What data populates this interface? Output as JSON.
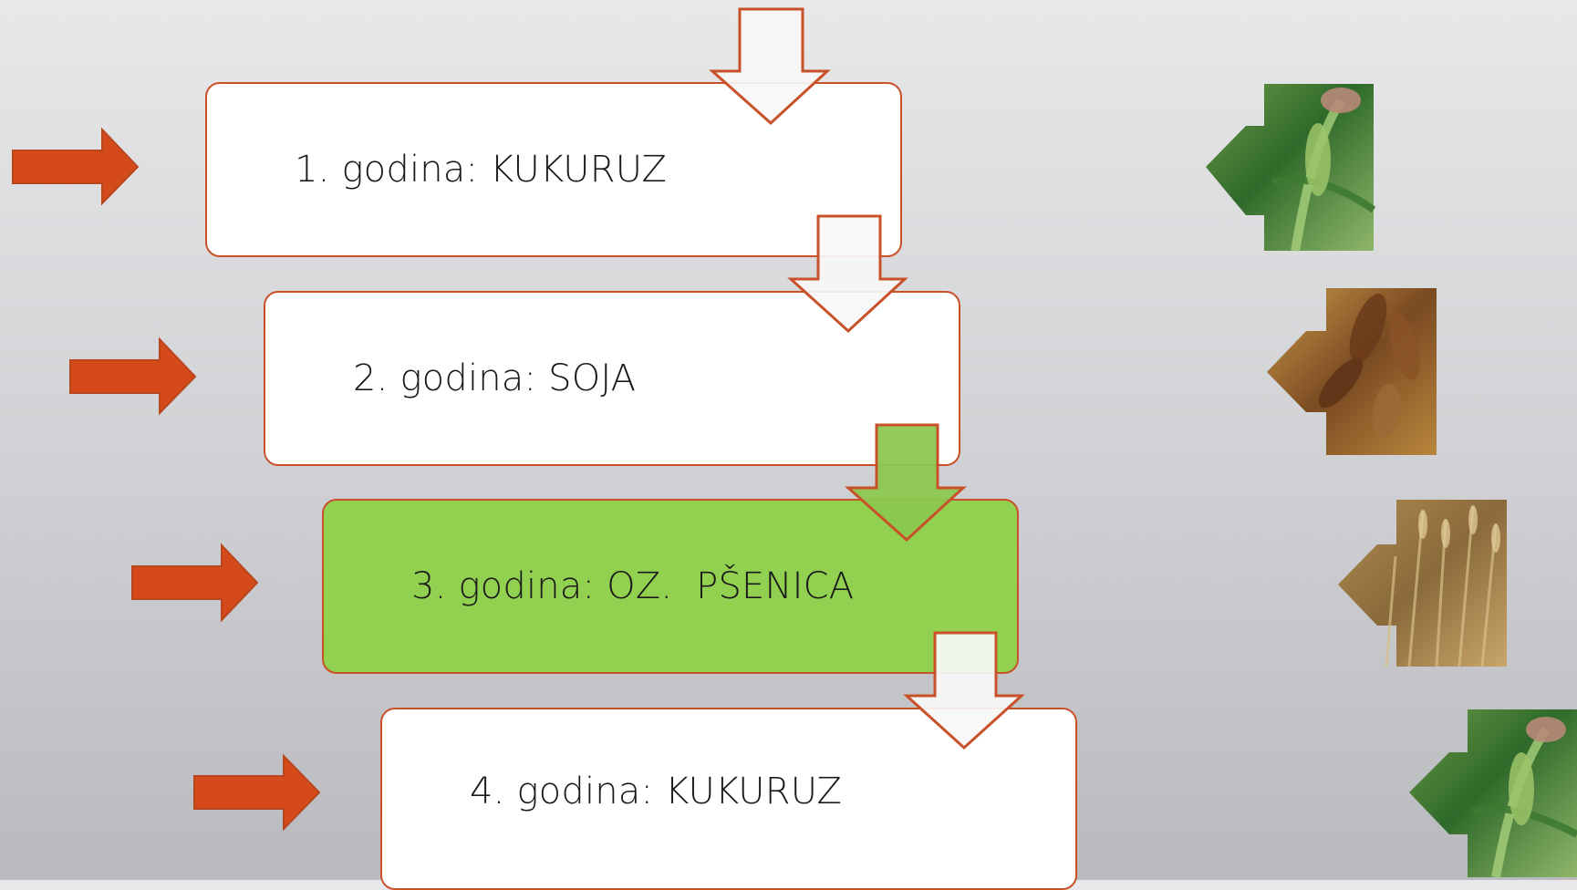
{
  "rotation": {
    "steps": [
      {
        "label": "1. godina: KUKURUZ",
        "crop": "corn",
        "highlighted": false
      },
      {
        "label": "2. godina: SOJA",
        "crop": "soybean",
        "highlighted": false
      },
      {
        "label": "3. godina: OZ.  PŠENICA",
        "crop": "wheat",
        "highlighted": true
      },
      {
        "label": "4. godina: KUKURUZ",
        "crop": "corn",
        "highlighted": false
      }
    ]
  },
  "colors": {
    "box_border": "#c9512a",
    "box_fill": "#ffffff",
    "highlight_fill": "#92d050",
    "pointer_arrow": "#d44a1a",
    "down_arrow_fill": "#f7f7f7",
    "down_arrow_highlight_fill": "#8cc850",
    "background": "#d4d5d8"
  },
  "icons": {
    "pointer": "right-arrow-icon",
    "flow": "down-arrow-icon",
    "crop_photo": "crop-photo-puzzle"
  }
}
